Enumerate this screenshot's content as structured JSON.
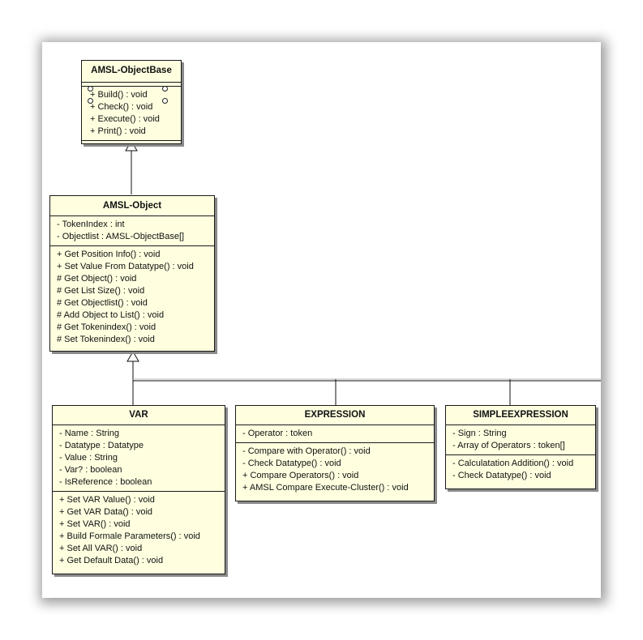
{
  "classes": {
    "base": {
      "name": "AMSL-ObjectBase",
      "methods": [
        "+ Build() : void",
        "+ Check() : void",
        "+ Execute() : void",
        "+ Print() : void"
      ]
    },
    "object": {
      "name": "AMSL-Object",
      "attributes": [
        "- TokenIndex : int",
        "- Objectlist : AMSL-ObjectBase[]"
      ],
      "methods": [
        "+ Get Position Info() : void",
        "+ Set Value From Datatype() : void",
        "# Get Object() : void",
        "# Get List Size() : void",
        "# Get Objectlist() : void",
        "# Add Object to List() : void",
        "# Get Tokenindex() : void",
        "# Set Tokenindex() : void"
      ]
    },
    "var": {
      "name": "VAR",
      "attributes": [
        "- Name : String",
        "- Datatype : Datatype",
        "- Value : String",
        "- Var? : boolean",
        "- IsReference : boolean"
      ],
      "methods": [
        "+ Set VAR Value() : void",
        "+ Get VAR Data() : void",
        "+ Set VAR() : void",
        "+ Build Formale Parameters() : void",
        "+ Set All VAR() : void",
        "+ Get Default Data() : void"
      ]
    },
    "expression": {
      "name": "EXPRESSION",
      "attributes": [
        "- Operator : token"
      ],
      "methods": [
        "- Compare with Operator() : void",
        "- Check Datatype() : void",
        "+ Compare Operators() : void",
        "+ AMSL Compare Execute-Cluster() : void"
      ]
    },
    "simpleexpression": {
      "name": "SIMPLEEXPRESSION",
      "attributes": [
        "- Sign : String",
        "- Array of Operators : token[]"
      ],
      "methods": [
        "- Calculatation Addition() : void",
        "- Check Datatype() : void"
      ]
    }
  },
  "relations": [
    "AMSL-Object inherits AMSL-ObjectBase",
    "VAR inherits AMSL-Object",
    "EXPRESSION inherits AMSL-Object",
    "SIMPLEEXPRESSION inherits AMSL-Object"
  ]
}
